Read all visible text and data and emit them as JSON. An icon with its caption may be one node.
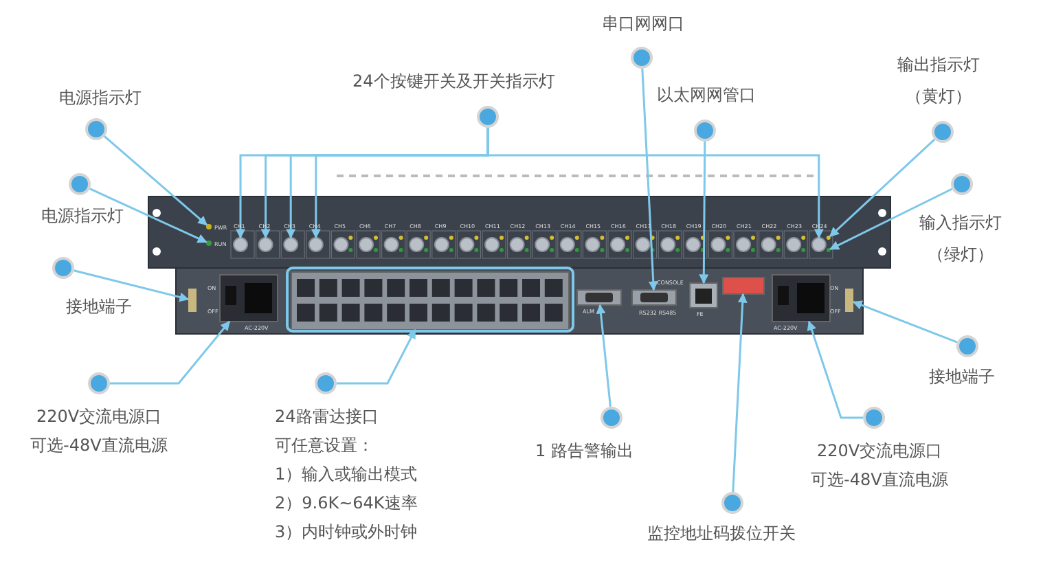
{
  "diagram": {
    "nodes": [
      {
        "text": [
          "串口网网口"
        ]
      },
      {
        "text": [
          "24个按键开关及开关指示灯"
        ]
      },
      {
        "text": [
          "以太网网管口"
        ]
      },
      {
        "text": [
          "电源指示灯"
        ]
      },
      {
        "text": [
          "输出指示灯",
          "（黄灯）"
        ]
      },
      {
        "text": [
          "电源指示灯"
        ]
      },
      {
        "text": [
          "输入指示灯",
          "（绿灯）"
        ]
      },
      {
        "text": [
          "接地端子"
        ]
      },
      {
        "text": [
          "接地端子"
        ]
      },
      {
        "text": [
          "220V交流电源口",
          "可选-48V直流电源"
        ]
      },
      {
        "text": [
          "24路雷达接口",
          "可任意设置：",
          "1）输入或输出模式",
          "2）9.6K~64K速率",
          "3）内时钟或外时钟"
        ]
      },
      {
        "text": [
          "1 路告警输出"
        ]
      },
      {
        "text": [
          "220V交流电源口",
          "可选-48V直流电源"
        ]
      },
      {
        "text": [
          "监控地址码拨位开关"
        ]
      },
      {
        "text": [],
        "shape": "bar"
      },
      {
        "text": [],
        "shape": "circle"
      },
      {
        "text": [],
        "shape": "circle"
      },
      {
        "text": [],
        "shape": "box"
      },
      {
        "text": [],
        "shape": "circle"
      },
      {
        "text": [],
        "shape": "circle"
      },
      {
        "text": [],
        "shape": "circle"
      },
      {
        "text": [],
        "shape": "circle"
      },
      {
        "text": [],
        "shape": "box"
      },
      {
        "text": [],
        "shape": "box"
      },
      {
        "text": [],
        "shape": "box"
      },
      {
        "text": [],
        "shape": "box"
      },
      {
        "text": [],
        "shape": "box"
      },
      {
        "text": [],
        "shape": "box"
      },
      {
        "text": [],
        "shape": "circle"
      },
      {
        "text": [],
        "shape": "circle"
      },
      {
        "text": [],
        "shape": "circle"
      },
      {
        "text": [],
        "shape": "bar"
      }
    ],
    "edges": [
      {
        "from": 0,
        "to": 24,
        "arrow": "to"
      },
      {
        "from": 1,
        "to": 18,
        "arrow": "to"
      },
      {
        "from": 1,
        "to": 19,
        "arrow": "to"
      },
      {
        "from": 1,
        "to": 20,
        "arrow": "to"
      },
      {
        "from": 1,
        "to": 21,
        "arrow": "to"
      },
      {
        "from": 1,
        "to": 28,
        "arrow": "to"
      },
      {
        "from": 2,
        "to": 25,
        "arrow": "to"
      },
      {
        "from": 3,
        "to": 15,
        "arrow": "to"
      },
      {
        "from": 4,
        "to": 29,
        "arrow": "to"
      },
      {
        "from": 5,
        "to": 16,
        "arrow": "to"
      },
      {
        "from": 6,
        "to": 30,
        "arrow": "to"
      },
      {
        "from": 7,
        "to": 14,
        "arrow": "to"
      },
      {
        "from": 8,
        "to": 31,
        "arrow": "to"
      },
      {
        "from": 9,
        "to": 17,
        "arrow": "to"
      },
      {
        "from": 10,
        "to": 22,
        "arrow": "to"
      },
      {
        "from": 11,
        "to": 23,
        "arrow": "to"
      },
      {
        "from": 12,
        "to": 27,
        "arrow": "to"
      },
      {
        "from": 13,
        "to": 26,
        "arrow": "to"
      }
    ],
    "labels": [
      "PWR",
      "RUN",
      "CH1",
      "CH2",
      "CH3",
      "CH4",
      "CH5",
      "CH6",
      "CH7",
      "CH8",
      "CH9",
      "CH10",
      "CH11",
      "CH12",
      "CH13",
      "CH14",
      "CH15",
      "CH16",
      "CH17",
      "CH18",
      "CH19",
      "CH20",
      "CH21",
      "CH22",
      "CH23",
      "CH24",
      "ON",
      "OFF",
      "AC-220V",
      "ALM",
      "RS232 RS485",
      "CONSOLE",
      "FE",
      "ON",
      "OFF",
      "AC-220V"
    ]
  }
}
